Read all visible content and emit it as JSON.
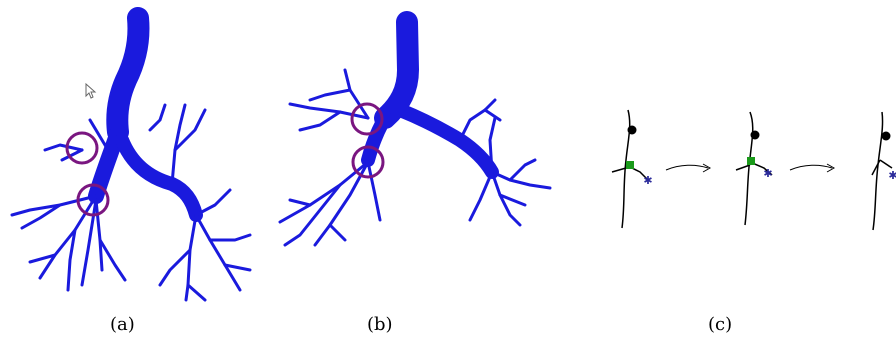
{
  "figure": {
    "captions": [
      "(a)",
      "(b)",
      "(c)"
    ],
    "colors": {
      "airway": "#1a1add",
      "highlight_ring": "#7a1680",
      "branch_point": "#000000",
      "marker_square": "#1a9a1a",
      "marker_star": "#2a2a9a",
      "background": "#ffffff"
    }
  }
}
